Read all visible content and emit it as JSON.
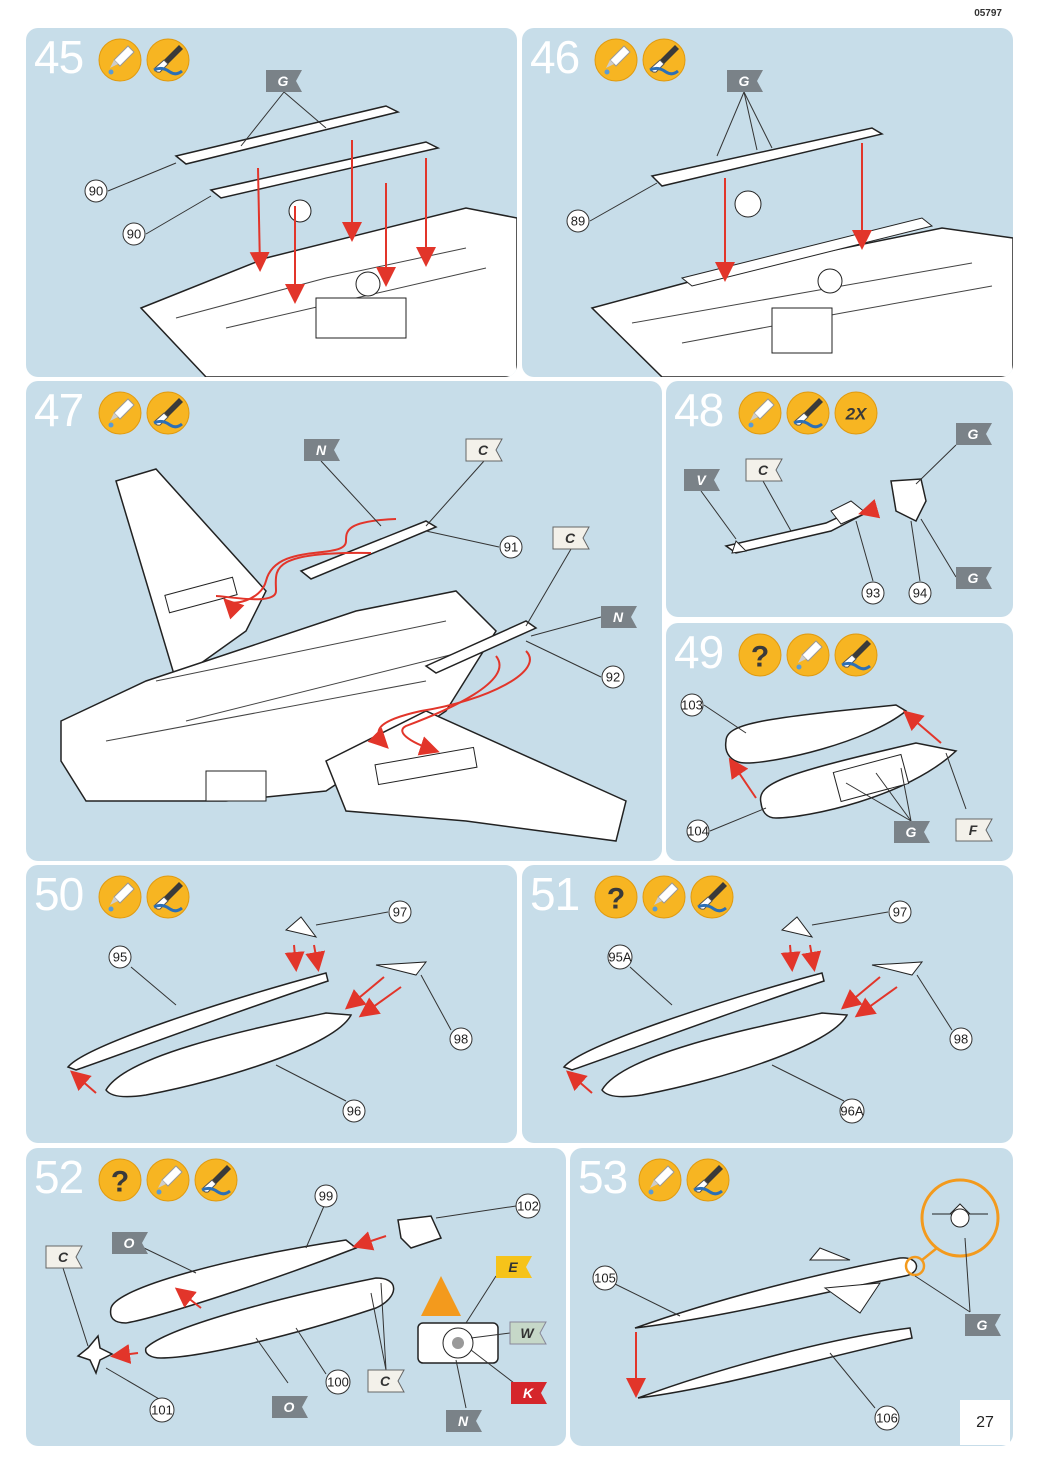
{
  "document": {
    "code": "05797",
    "page_number": "27"
  },
  "icon_names": {
    "glue": "glue-tube-icon",
    "paint": "paint-brush-icon",
    "choice": "question-mark-icon",
    "count": "multiplier-badge-icon"
  },
  "colors": {
    "panel_bg": "#c7dde9",
    "icon_bg": "#f7b522",
    "arrow_red": "#e2352a",
    "arrow_orange": "#f39a1d",
    "flag_dark": "#7a8288",
    "flag_light": "#f3f1ea",
    "flag_yellow": "#f6c31a",
    "flag_green": "#c6d8c8",
    "flag_red": "#d5262b"
  },
  "steps": [
    {
      "number": "45",
      "icons": [
        "glue",
        "paint"
      ],
      "flags": [
        "G"
      ],
      "parts": [
        "90",
        "90"
      ]
    },
    {
      "number": "46",
      "icons": [
        "glue",
        "paint"
      ],
      "flags": [
        "G"
      ],
      "parts": [
        "89"
      ]
    },
    {
      "number": "47",
      "icons": [
        "glue",
        "paint"
      ],
      "flags": [
        "N",
        "C",
        "C",
        "N"
      ],
      "parts": [
        "91",
        "92"
      ]
    },
    {
      "number": "48",
      "icons": [
        "glue",
        "paint"
      ],
      "multiplier": "2X",
      "flags": [
        "G",
        "V",
        "C",
        "G"
      ],
      "parts": [
        "93",
        "94"
      ]
    },
    {
      "number": "49",
      "icons": [
        "choice",
        "glue",
        "paint"
      ],
      "flags": [
        "G",
        "F"
      ],
      "parts": [
        "103",
        "104"
      ]
    },
    {
      "number": "50",
      "icons": [
        "glue",
        "paint"
      ],
      "flags": [],
      "parts": [
        "97",
        "95",
        "98",
        "96"
      ]
    },
    {
      "number": "51",
      "icons": [
        "choice",
        "glue",
        "paint"
      ],
      "flags": [],
      "parts": [
        "97",
        "95A",
        "98",
        "96A"
      ]
    },
    {
      "number": "52",
      "icons": [
        "choice",
        "glue",
        "paint"
      ],
      "flags": [
        "C",
        "O",
        "E",
        "W",
        "K",
        "N",
        "O",
        "C"
      ],
      "parts": [
        "99",
        "102",
        "100",
        "101"
      ]
    },
    {
      "number": "53",
      "icons": [
        "glue",
        "paint"
      ],
      "flags": [
        "G"
      ],
      "parts": [
        "105",
        "106"
      ]
    }
  ]
}
